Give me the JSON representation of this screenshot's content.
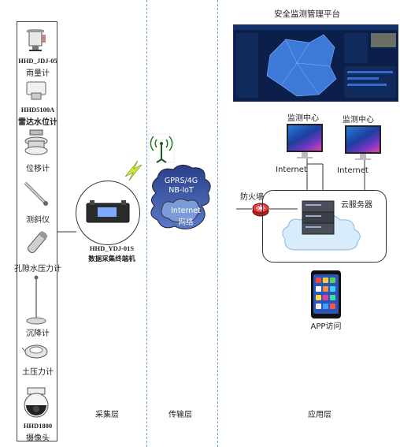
{
  "sensors": [
    {
      "id": "rain-gauge",
      "model": "HHD_JDJ-05",
      "name": "雨量计"
    },
    {
      "id": "radar-gauge",
      "model": "HHD5100A",
      "name": "雷达水位计"
    },
    {
      "id": "displacement",
      "name": "位移计"
    },
    {
      "id": "inclinometer",
      "name": "测斜仪"
    },
    {
      "id": "pore-pressure",
      "name": "孔隙水压力计"
    },
    {
      "id": "settlement",
      "name": "沉降计"
    },
    {
      "id": "earth-pressure",
      "name": "土压力计"
    },
    {
      "id": "camera",
      "model": "HHD1800",
      "name": "摄像头"
    }
  ],
  "terminal": {
    "model": "HHD_YDJ-01S",
    "name": "数据采集终端机"
  },
  "network_cloud": {
    "line1": "GPRS/4G",
    "line2": "NB-IoT",
    "internet": "Internet",
    "net": "网络"
  },
  "platform_title": "安全监测管理平台",
  "monitor_left": {
    "label": "监测中心",
    "caption": "Internet"
  },
  "monitor_right": {
    "label": "监测中心",
    "caption": "Internet"
  },
  "firewall": "防火墙",
  "cloud_server": "云服务器",
  "app_label": "APP访问",
  "layers": {
    "collect": "采集层",
    "transmit": "传输层",
    "apply": "应用层"
  }
}
